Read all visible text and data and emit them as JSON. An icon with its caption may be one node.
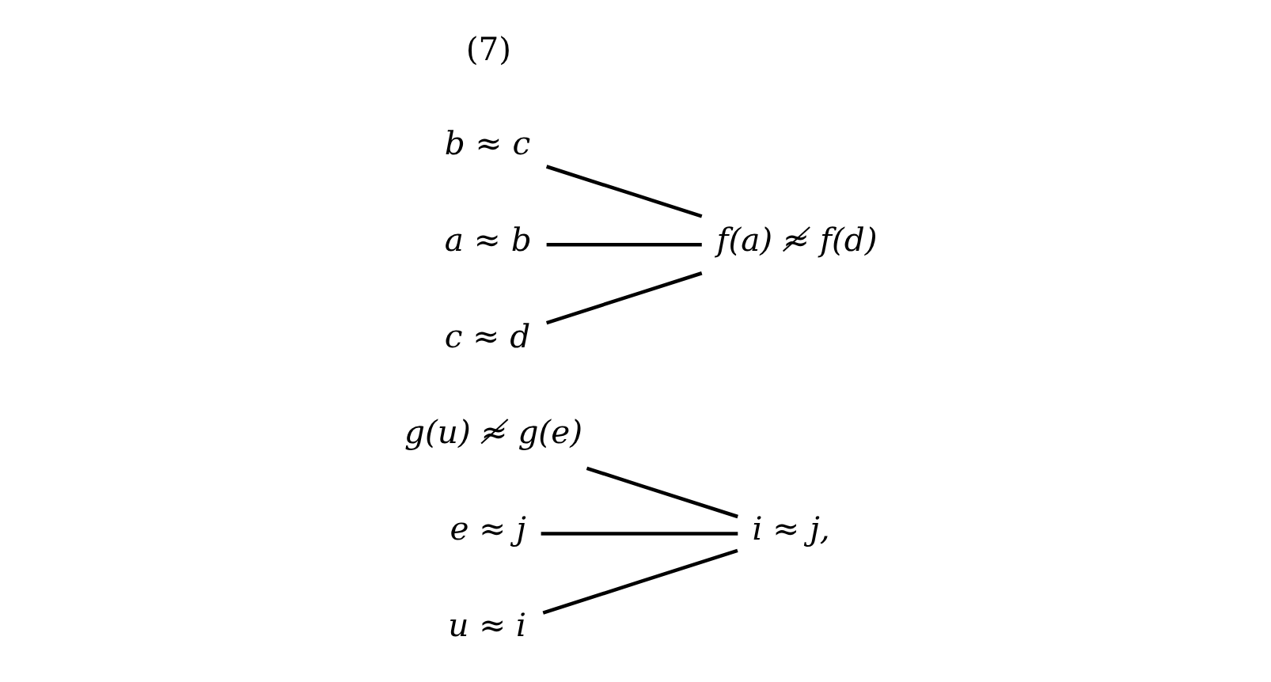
{
  "diagram": {
    "nodes": [
      {
        "text": [
          "g(u) ≉ g(e)"
        ]
      },
      {
        "text": [
          "e ≈ j"
        ]
      },
      {
        "text": [
          "u ≈ i"
        ]
      },
      {
        "text": [
          "i ≈ j,"
        ]
      },
      {
        "text": [
          "b ≈ c"
        ]
      },
      {
        "text": [
          "a ≈ b"
        ]
      },
      {
        "text": [
          "c ≈ d"
        ]
      },
      {
        "text": [
          "f(a) ≉ f(d)"
        ]
      }
    ],
    "edges": [
      {
        "from": 0,
        "to": 3,
        "arrow": "none"
      },
      {
        "from": 1,
        "to": 3,
        "arrow": "none"
      },
      {
        "from": 2,
        "to": 3,
        "arrow": "none"
      },
      {
        "from": 4,
        "to": 7,
        "arrow": "none"
      },
      {
        "from": 5,
        "to": 7,
        "arrow": "none"
      },
      {
        "from": 6,
        "to": 7,
        "arrow": "none"
      }
    ],
    "labels": [
      "(7)"
    ]
  }
}
